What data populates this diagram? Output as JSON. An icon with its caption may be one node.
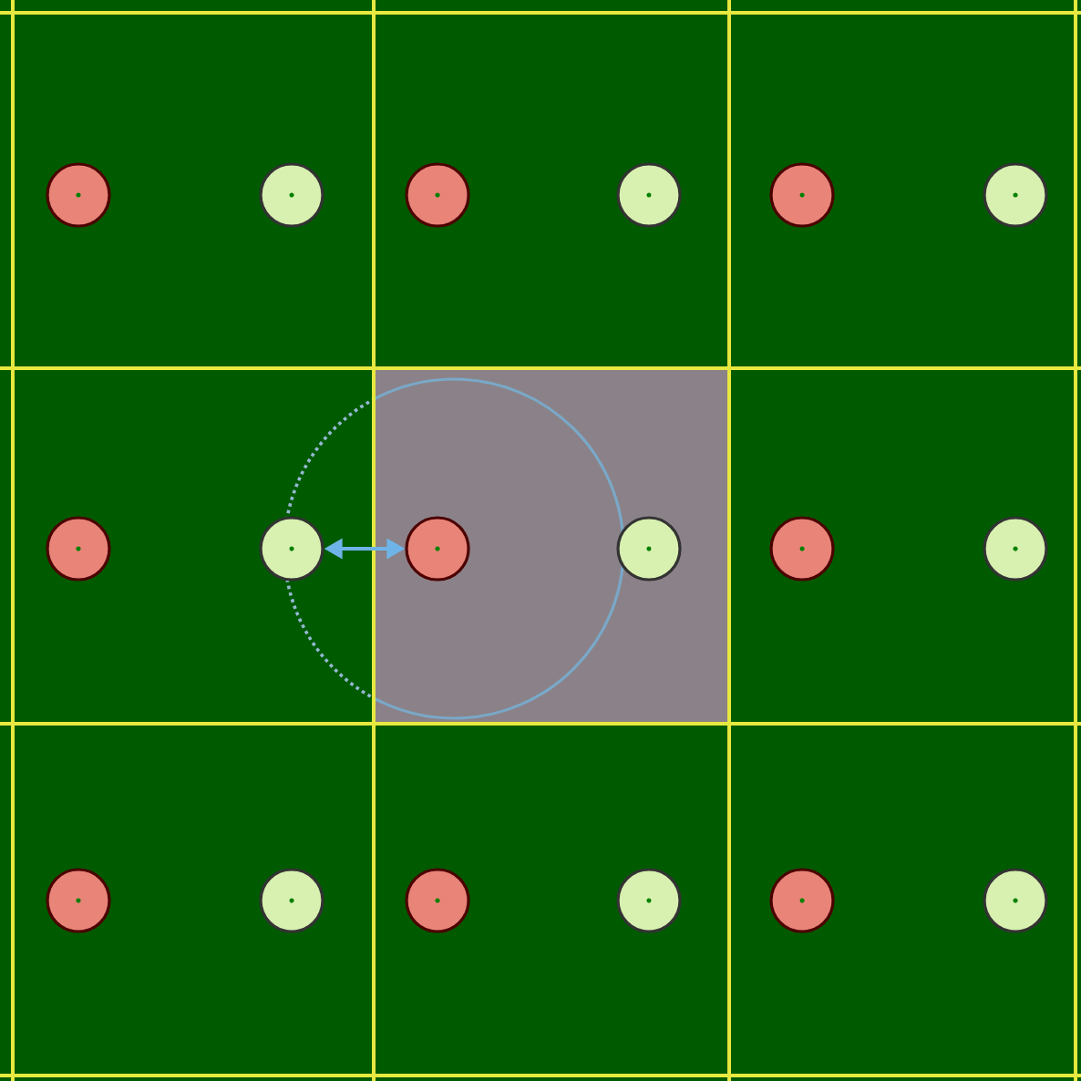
{
  "diagram": {
    "nodes": [
      {
        "text": [],
        "shape": "circle"
      },
      {
        "text": [],
        "shape": "circle"
      },
      {
        "text": [],
        "shape": "circle"
      },
      {
        "text": [],
        "shape": "circle"
      },
      {
        "text": [],
        "shape": "circle"
      },
      {
        "text": [],
        "shape": "circle"
      },
      {
        "text": [],
        "shape": "circle"
      },
      {
        "text": [],
        "shape": "circle"
      },
      {
        "text": [],
        "shape": "circle"
      },
      {
        "text": [],
        "shape": "circle"
      },
      {
        "text": [],
        "shape": "circle"
      },
      {
        "text": [],
        "shape": "circle"
      },
      {
        "text": [],
        "shape": "circle"
      },
      {
        "text": [],
        "shape": "circle"
      },
      {
        "text": [],
        "shape": "circle"
      },
      {
        "text": [],
        "shape": "circle"
      },
      {
        "text": [],
        "shape": "circle"
      },
      {
        "text": [],
        "shape": "circle"
      }
    ],
    "edges": [
      {
        "from": 7,
        "to": 8,
        "arrow": "both",
        "color": "#6fb4e8"
      }
    ]
  }
}
